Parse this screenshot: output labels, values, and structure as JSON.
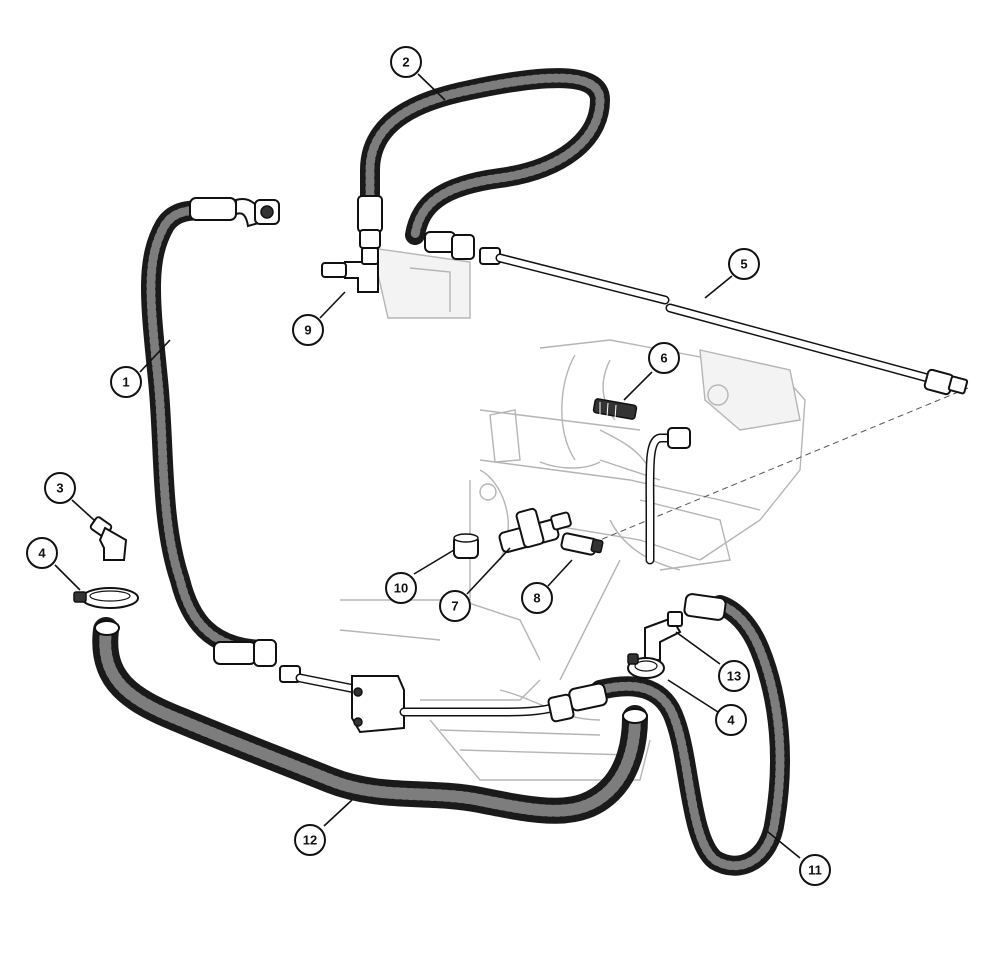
{
  "diagram": {
    "callouts": [
      {
        "id": "c1",
        "label": "1"
      },
      {
        "id": "c2",
        "label": "2"
      },
      {
        "id": "c3",
        "label": "3"
      },
      {
        "id": "c4a",
        "label": "4"
      },
      {
        "id": "c4b",
        "label": "4"
      },
      {
        "id": "c5",
        "label": "5"
      },
      {
        "id": "c6",
        "label": "6"
      },
      {
        "id": "c7",
        "label": "7"
      },
      {
        "id": "c8",
        "label": "8"
      },
      {
        "id": "c9",
        "label": "9"
      },
      {
        "id": "c10",
        "label": "10"
      },
      {
        "id": "c11",
        "label": "11"
      },
      {
        "id": "c12",
        "label": "12"
      },
      {
        "id": "c13",
        "label": "13"
      }
    ]
  }
}
